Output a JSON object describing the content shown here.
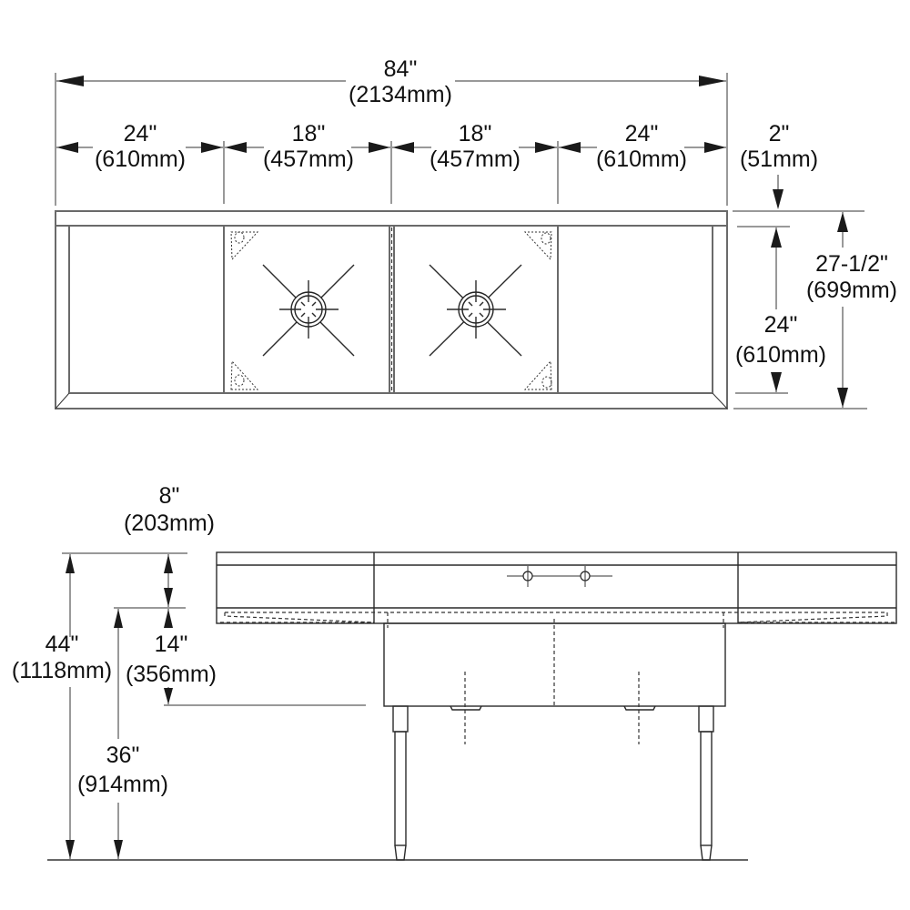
{
  "top_view": {
    "overall_width": {
      "imperial": "84\"",
      "metric": "(2134mm)"
    },
    "segments": [
      {
        "name": "left-drainboard",
        "imperial": "24\"",
        "metric": "(610mm)"
      },
      {
        "name": "left-bowl",
        "imperial": "18\"",
        "metric": "(457mm)"
      },
      {
        "name": "right-bowl",
        "imperial": "18\"",
        "metric": "(457mm)"
      },
      {
        "name": "right-drainboard",
        "imperial": "24\"",
        "metric": "(610mm)"
      }
    ],
    "backsplash_depth": {
      "imperial": "2\"",
      "metric": "(51mm)"
    },
    "bowl_depth": {
      "imperial": "24\"",
      "metric": "(610mm)"
    },
    "overall_depth": {
      "imperial": "27-1/2\"",
      "metric": "(699mm)"
    }
  },
  "front_view": {
    "backsplash_height": {
      "imperial": "8\"",
      "metric": "(203mm)"
    },
    "overall_height": {
      "imperial": "44\"",
      "metric": "(1118mm)"
    },
    "bowl_depth": {
      "imperial": "14\"",
      "metric": "(356mm)"
    },
    "rim_height": {
      "imperial": "36\"",
      "metric": "(914mm)"
    }
  }
}
